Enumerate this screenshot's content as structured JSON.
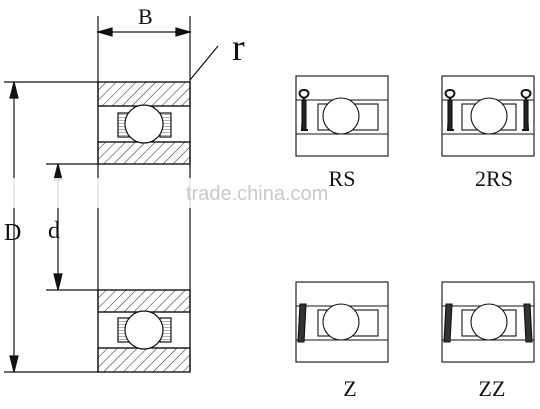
{
  "dimensions": {
    "width_label": "B",
    "radius_label": "r",
    "outer_diameter_label": "D",
    "bore_label": "d"
  },
  "variants": [
    {
      "label": "RS",
      "seal": "rubber-seal-one-side"
    },
    {
      "label": "2RS",
      "seal": "rubber-seal-two-sides"
    },
    {
      "label": "Z",
      "seal": "metal-shield-one-side"
    },
    {
      "label": "ZZ",
      "seal": "metal-shield-two-sides"
    }
  ],
  "watermark": "trade.china.com",
  "colors": {
    "line": "#111111",
    "seal_fill": "#333333",
    "watermark": "#c9c9c9"
  }
}
